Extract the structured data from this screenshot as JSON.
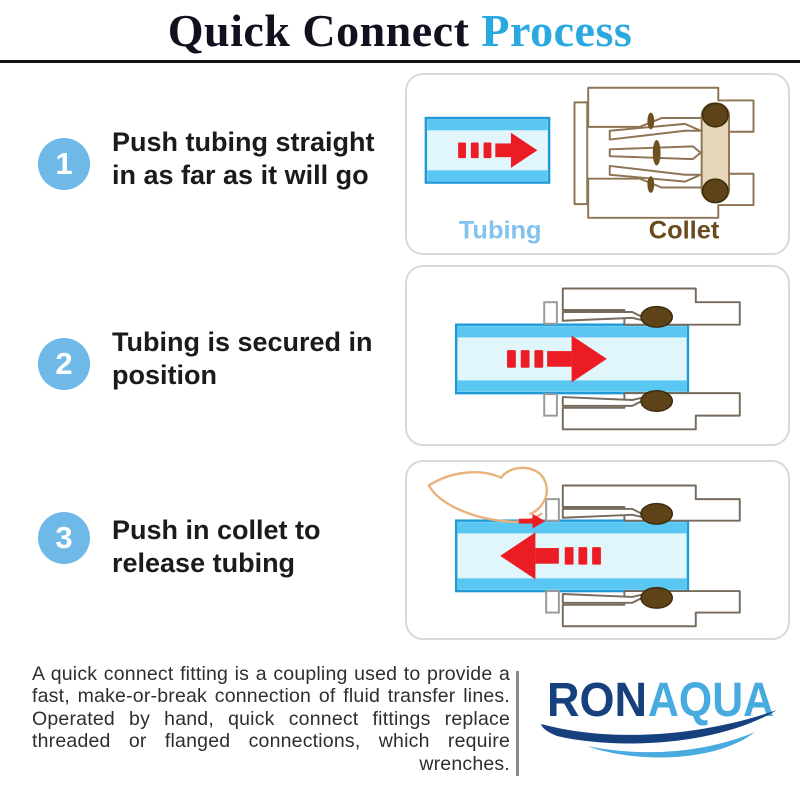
{
  "title": {
    "part1": "Quick Connect",
    "part2": "Process"
  },
  "steps": [
    {
      "number": "1",
      "line1": "Push tubing straight",
      "line2": "in as far as it will go"
    },
    {
      "number": "2",
      "line1": "Tubing is secured in",
      "line2": "position"
    },
    {
      "number": "3",
      "line1": "Push in collet to",
      "line2": "release tubing"
    }
  ],
  "panel1": {
    "tubing_label": "Tubing",
    "collet_label": "Collet"
  },
  "footer": {
    "description": "A quick connect fitting is a coupling used to provide a fast, make-or-break connection of fluid transfer lines. Operated by hand, quick connect fittings replace threaded or flanged connections, which require wrenches."
  },
  "logo": {
    "part1": "RON",
    "part2": "AQUA"
  },
  "colors": {
    "title_accent": "#2aa9e0",
    "step_circle": "#6fb9e9",
    "arrow_red": "#ec1c24",
    "tube_border": "#1e9ad8",
    "tube_band": "#5ac6f2",
    "tube_fill": "#e1f6fb",
    "fitting_outline": "#8d7454",
    "fitting_outline_grey": "#776b5d",
    "oring_band": "#e6d7ba",
    "oring_dark": "#5e4318",
    "oring_small": "#6f5120",
    "tubing_label": "#82c2ee",
    "collet_label": "#6b4a1c",
    "finger": "#e9b37d",
    "logo_navy": "#17407e",
    "logo_blue": "#47abdf",
    "divider": "#8a8a8a",
    "rule": "#111111",
    "text_dark": "#1b1b1b",
    "footer_text": "#2e2e2e",
    "panel_border": "#d9d9d9",
    "tab_outline": "#9a9a9a"
  }
}
